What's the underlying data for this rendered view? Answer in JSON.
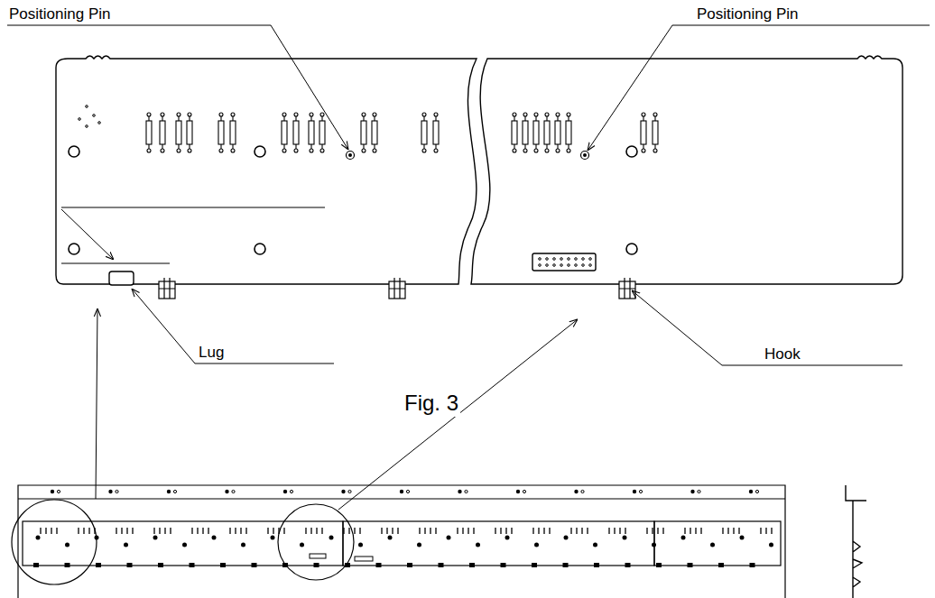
{
  "diagram": {
    "caption": "Fig. 3",
    "labels": [
      "Positioning Pin",
      "Positioning Pin",
      "Lug",
      "Hook"
    ]
  }
}
